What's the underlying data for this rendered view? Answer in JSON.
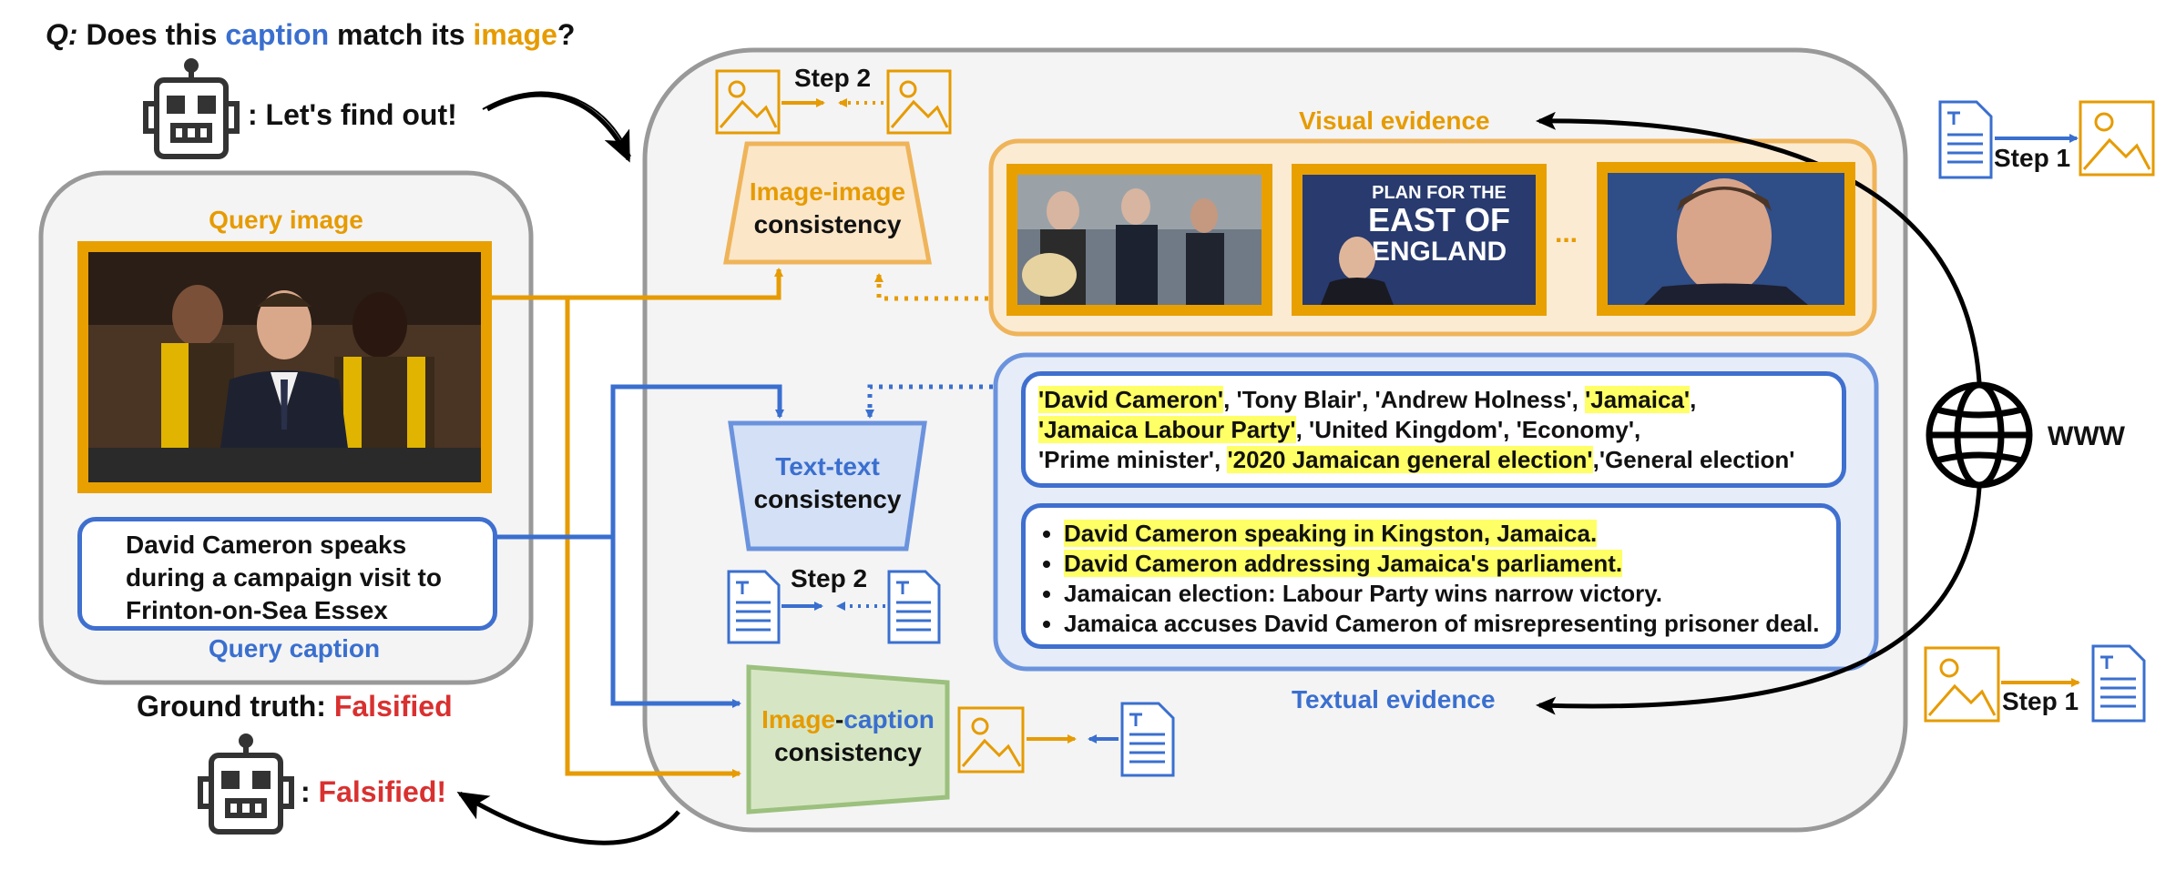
{
  "question": {
    "q": "Q:",
    "pre": "Does this",
    "caption_word": "caption",
    "mid": "match its",
    "image_word": "image",
    "end": "?"
  },
  "robot": {
    "find_out": ": Let's find out!",
    "answer_prefix": ": ",
    "answer": "Falsified!"
  },
  "query": {
    "image_label": "Query image",
    "caption_text": "David Cameron speaks during a campaign visit to Frinton-on-Sea Essex",
    "caption_label": "Query caption",
    "ground_truth_label": "Ground truth: ",
    "ground_truth_value": "Falsified"
  },
  "modules": {
    "image_image": {
      "line1": "Image-image",
      "line2": "consistency",
      "step": "Step 2"
    },
    "text_text": {
      "line1": "Text-text",
      "line2": "consistency",
      "step": "Step 2"
    },
    "image_caption": {
      "word1": "Image",
      "dash": "-",
      "word2": "caption",
      "line2": "consistency"
    }
  },
  "visual_evidence": {
    "label": "Visual evidence",
    "ellipsis": "...",
    "poster_text": [
      "PLAN FOR THE",
      "EAST OF",
      "ENGLAND"
    ]
  },
  "textual_evidence": {
    "label": "Textual evidence",
    "entities": [
      {
        "text": "'David Cameron'",
        "hl": true
      },
      {
        "text": ", 'Tony Blair', 'Andrew Holness', ",
        "hl": false
      },
      {
        "text": "'Jamaica'",
        "hl": true
      },
      {
        "text": ",",
        "hl": false
      },
      {
        "text": "'Jamaica Labour Party'",
        "hl": true
      },
      {
        "text": ", 'United Kingdom', 'Economy',",
        "hl": false
      },
      {
        "text": "'Prime minister', ",
        "hl": false
      },
      {
        "text": "'2020 Jamaican general election'",
        "hl": true
      },
      {
        "text": ",'General election'",
        "hl": false
      }
    ],
    "facts": [
      {
        "text": "David Cameron speaking in Kingston, Jamaica.",
        "hl": true
      },
      {
        "text": "David Cameron addressing Jamaica's parliament.",
        "hl": true
      },
      {
        "text": "Jamaican election: Labour Party wins narrow victory.",
        "hl": false
      },
      {
        "text": "Jamaica accuses David Cameron of misrepresenting prisoner deal.",
        "hl": false
      }
    ]
  },
  "web": {
    "label": "WWW",
    "step_top": "Step 1",
    "step_bottom": "Step 1"
  },
  "colors": {
    "orange": "#e69b00",
    "blue": "#3a6fcf",
    "red": "#d93030",
    "gray_border": "#999999",
    "panel_bg": "#f4f4f4"
  }
}
